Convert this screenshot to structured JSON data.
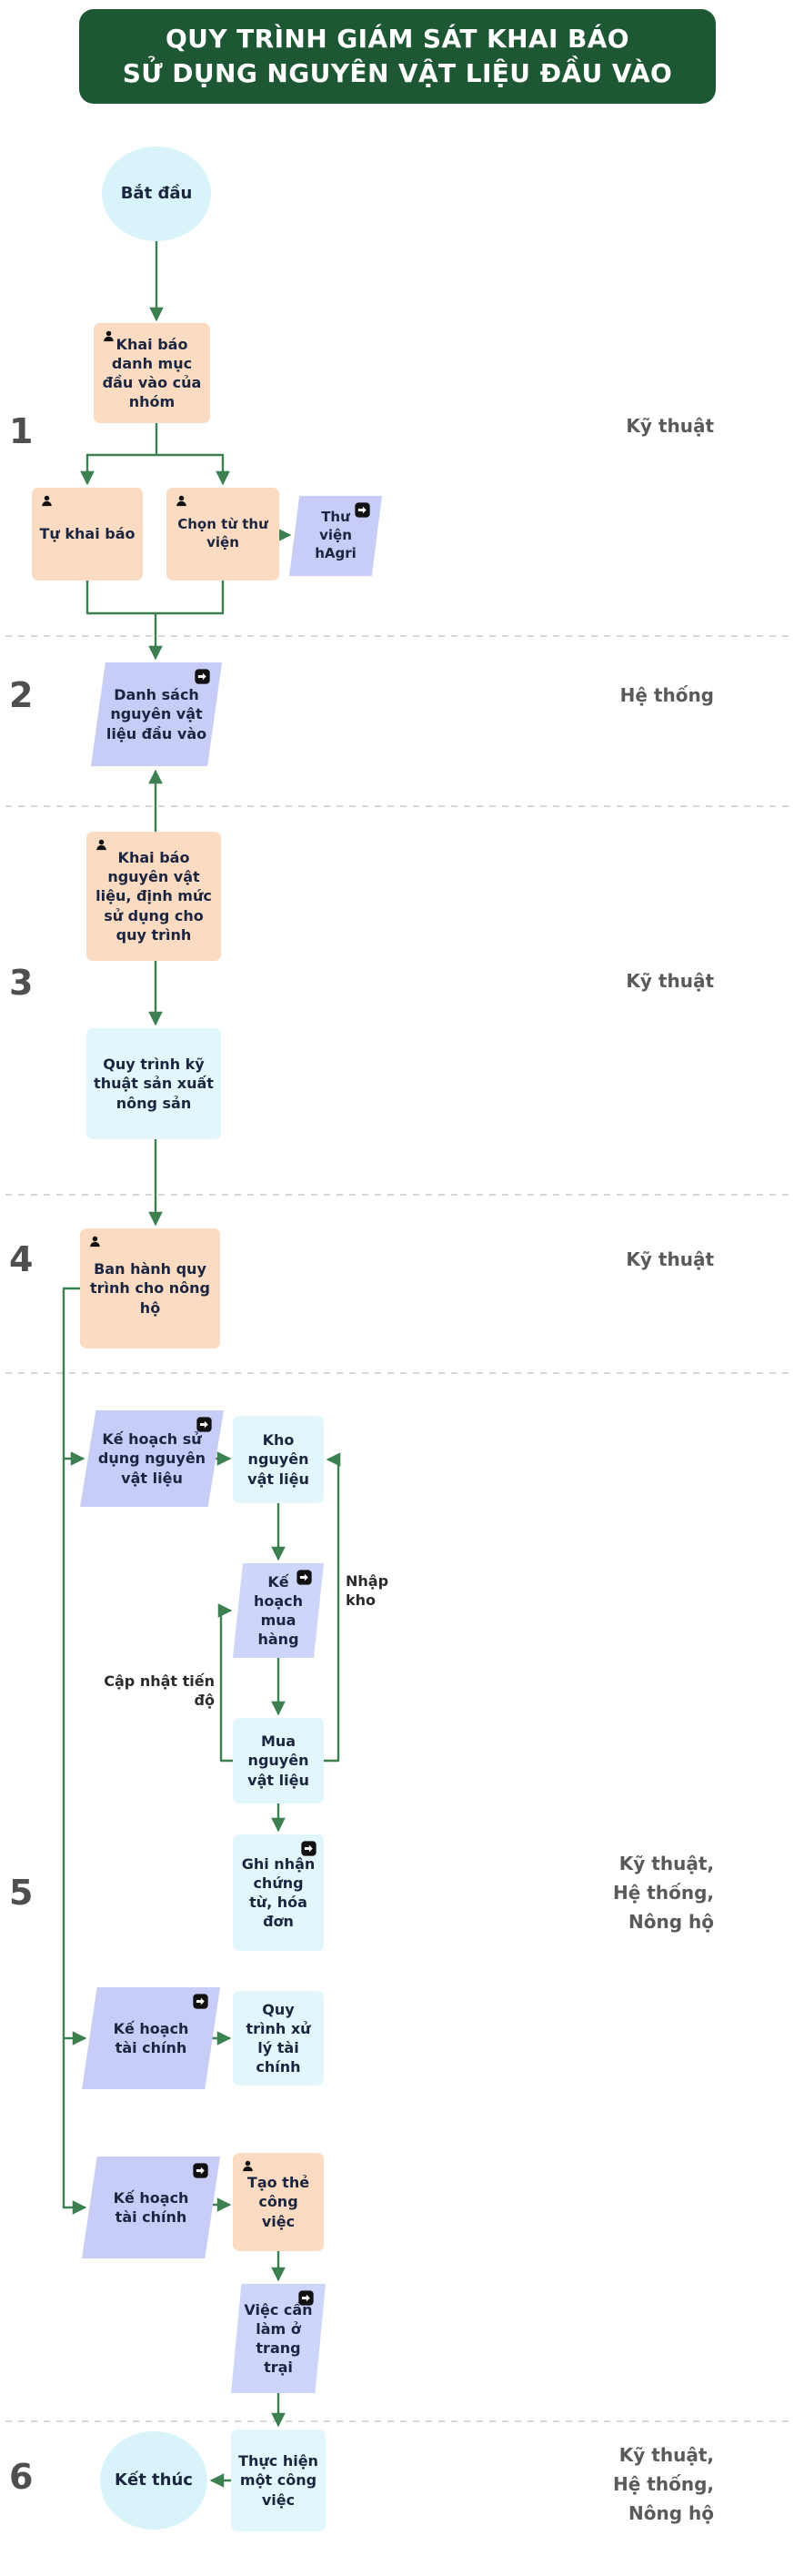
{
  "header": {
    "line1": "QUY TRÌNH GIÁM SÁT KHAI BÁO",
    "line2": "SỬ DỤNG NGUYÊN VẬT LIỆU ĐẦU VÀO"
  },
  "sections": {
    "s1": {
      "number": "1",
      "role": "Kỹ thuật"
    },
    "s2": {
      "number": "2",
      "role": "Hệ thống"
    },
    "s3": {
      "number": "3",
      "role": "Kỹ thuật"
    },
    "s4": {
      "number": "4",
      "role": "Kỹ thuật"
    },
    "s5": {
      "number": "5",
      "role_lines": [
        "Kỹ thuật,",
        "Hệ thống,",
        "Nông hộ"
      ]
    },
    "s6": {
      "number": "6",
      "role_lines": [
        "Kỹ thuật,",
        "Hệ thống,",
        "Nông hộ"
      ]
    }
  },
  "nodes": {
    "start": "Bắt đầu",
    "declare_group_inputs": "Khai báo danh mục đầu vào của nhóm",
    "self_declare": "Tự khai báo",
    "choose_from_library": "Chọn từ thư viện",
    "hagri_library": "Thư viện hAgri",
    "input_material_list": "Danh sách nguyên vật liệu đầu vào",
    "declare_materials_norms": "Khai báo nguyên vật liệu, định mức sử dụng cho quy trình",
    "technical_process": "Quy trình kỹ thuật sản xuất nông sản",
    "issue_process": "Ban hành quy trình cho nông hộ",
    "material_usage_plan": "Kế hoạch sử dụng nguyên vật liệu",
    "material_warehouse": "Kho nguyên vật liệu",
    "purchase_plan": "Kế hoạch mua hàng",
    "buy_materials": "Mua nguyên vật liệu",
    "record_documents": "Ghi nhận chứng từ, hóa đơn",
    "finance_plan_1": "Kế hoạch tài chính",
    "finance_process": "Quy trình xử lý tài chính",
    "finance_plan_2": "Kế hoạch tài chính",
    "create_task_card": "Tạo thẻ công việc",
    "farm_todo": "Việc cần làm ở trang trại",
    "do_task": "Thực hiện một công việc",
    "end": "Kết thúc"
  },
  "edge_labels": {
    "update_progress": "Cập nhật tiến độ",
    "stock_in": "Nhập kho"
  },
  "colors": {
    "header-bg": "#1d5733",
    "manual": "#fbdcc2",
    "data-shape": "#c7cdf6",
    "data-shape-light": "#cdd6fa",
    "process": "#e2f7fb",
    "terminal": "#d8f4fa",
    "arrow": "#3c7f50",
    "node-text": "#1c2540"
  }
}
